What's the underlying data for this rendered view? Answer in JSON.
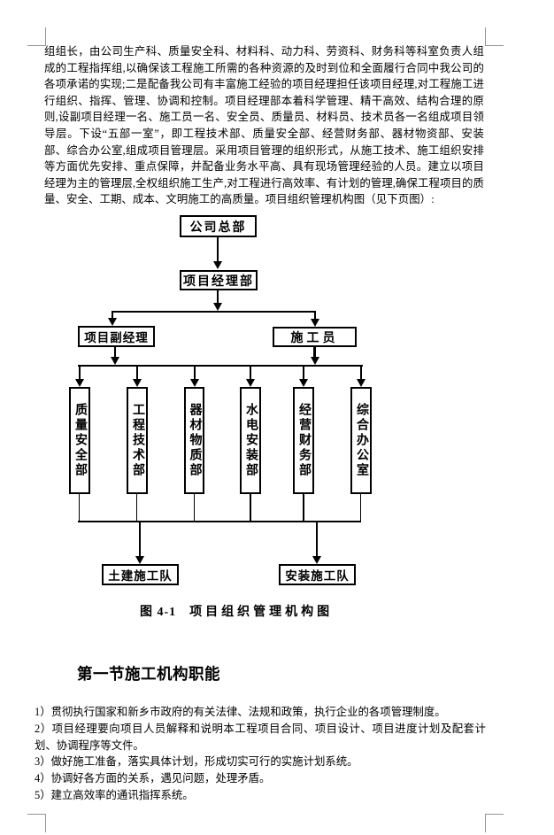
{
  "page": {
    "background_color": "#ffffff",
    "text_color": "#000000",
    "crop_mark_color": "#949494"
  },
  "body_paragraph": "组组长，由公司生产科、质量安全科、材料科、动力科、劳资科、财务科等科室负责人组成的工程指挥组,以确保该工程施工所需的各种资源的及时到位和全面履行合同中我公司的各项承诺的实现;二是配备我公司有丰富施工经验的项目经理担任该项目经理,对工程施工进行组织、指挥、管理、协调和控制。项目经理部本着科学管理、精干高效、结构合理的原则,设副项目经理一名、施工员一名、安全员、质量员、材料员、技术员各一名组成项目领导层。下设“五部一室”，即工程技术部、质量安全部、经营财务部、器材物资部、安装部、综合办公室,组成项目管理层。采用项目管理的组织形式，从施工技术、施工组织安排等方面优先安排、重点保障，并配备业务水平高、具有现场管理经验的人员。建立以项目经理为主的管理层,全权组织施工生产,对工程进行高效率、有计划的管理,确保工程项目的质量、安全、工期、成本、文明施工的高质量。项目组织管理机构图（见下页图）:",
  "org_chart": {
    "nodes": {
      "company_hq": "公司总部",
      "pm_dept": "项目经理部",
      "deputy_pm": "项目副经理",
      "constructor": "施工员",
      "dept_quality_safety": "质量安全部",
      "dept_engineering_tech": "工程技术部",
      "dept_equipment_material": "器材物质部",
      "dept_water_electric_install": "水电安装部",
      "dept_operation_finance": "经营财务部",
      "dept_general_office": "综合办公室",
      "civil_team": "土建施工队",
      "install_team": "安装施工队"
    },
    "caption": {
      "label": "图 4-1",
      "title": "项目组织管理机构图"
    }
  },
  "section": {
    "heading": "第一节施工机构职能"
  },
  "list": {
    "items": [
      "1）贯彻执行国家和新乡市政府的有关法律、法规和政策，执行企业的各项管理制度。",
      "2）项目经理要向项目人员解释和说明本工程项目合同、项目设计、项目进度计划及配套计划、协调程序等文件。",
      "3）做好施工准备，落实具体计划，形成切实可行的实施计划系统。",
      "4）协调好各方面的关系，遇见问题，处理矛盾。",
      "5）建立高效率的通讯指挥系统。"
    ]
  }
}
